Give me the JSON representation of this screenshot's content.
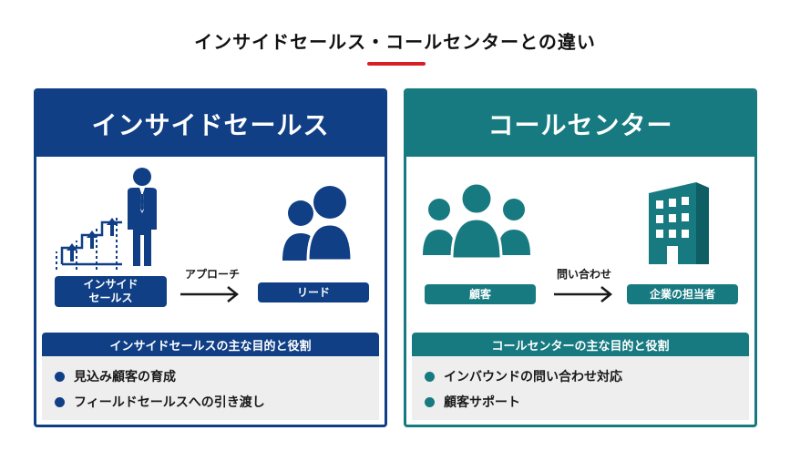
{
  "title": "インサイドセールス・コールセンターとの違い",
  "colors": {
    "inside_sales": "#103f86",
    "call_center": "#167a80",
    "accent": "#d81f26",
    "list_bg": "#eeeeee"
  },
  "inside_sales": {
    "header": "インサイドセールス",
    "icons": [
      "businessman-stairs-icon",
      "customers-group-icon"
    ],
    "source_label_line1": "インサイド",
    "source_label_line2": "セールス",
    "arrow_label": "アプローチ",
    "target_label": "リード",
    "roles_title": "インサイドセールスの主な目的と役割",
    "roles": [
      "見込み顧客の育成",
      "フィールドセールスへの引き渡し"
    ]
  },
  "call_center": {
    "header": "コールセンター",
    "icons": [
      "customers-group-icon",
      "office-building-icon"
    ],
    "source_label": "顧客",
    "arrow_label": "問い合わせ",
    "target_label": "企業の担当者",
    "roles_title": "コールセンターの主な目的と役割",
    "roles": [
      "インバウンドの問い合わせ対応",
      "顧客サポート"
    ]
  }
}
